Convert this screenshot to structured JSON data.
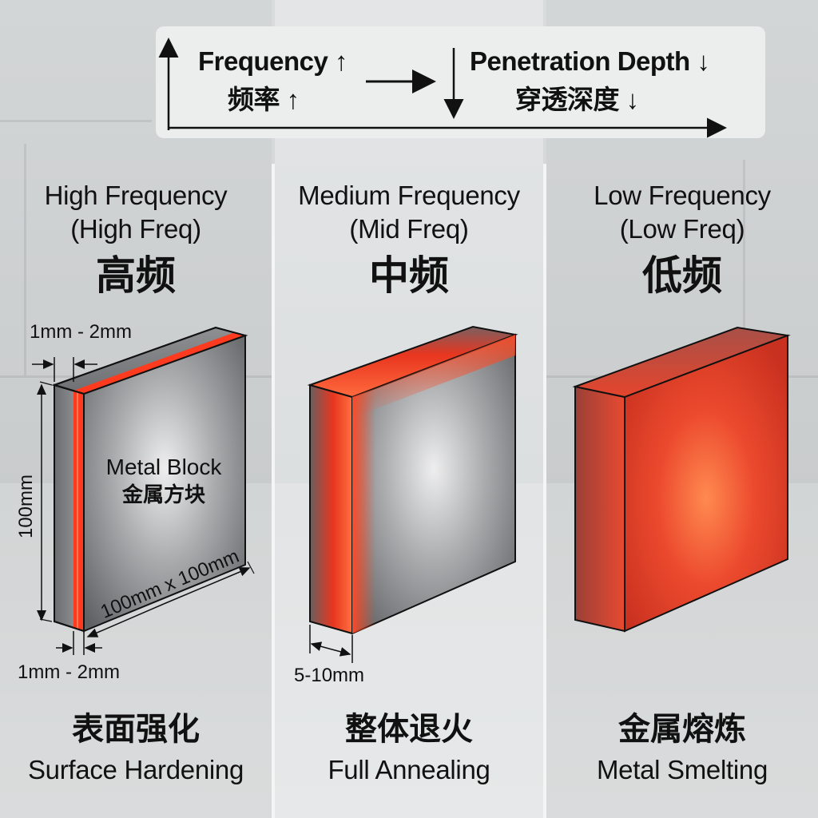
{
  "header": {
    "frequency_en": "Frequency ↑",
    "frequency_cn": "频率 ↑",
    "penetration_en": "Penetration Depth ↓",
    "penetration_cn": "穿透深度 ↓"
  },
  "columns": [
    {
      "title_en": "High Frequency",
      "title_sub": "(High Freq)",
      "title_cn": "高频",
      "block_label_en": "Metal Block",
      "block_label_cn": "金属方块",
      "dim_top": "1mm - 2mm",
      "dim_height": "100mm",
      "dim_face": "100mm x 100mm",
      "dim_bottom": "1mm - 2mm",
      "application_cn": "表面强化",
      "application_en": "Surface Hardening"
    },
    {
      "title_en": "Medium Frequency",
      "title_sub": "(Mid Freq)",
      "title_cn": "中频",
      "dim_depth": "5-10mm",
      "application_cn": "整体退火",
      "application_en": "Full Annealing"
    },
    {
      "title_en": "Low Frequency",
      "title_sub": "(Low Freq)",
      "title_cn": "低频",
      "application_cn": "金属熔炼",
      "application_en": "Metal Smelting"
    }
  ],
  "colors": {
    "heat_red": "#ff3b1f",
    "heat_orange": "#ff7a3c",
    "metal_dark": "#5d5f62",
    "metal_light": "#e6e7e8",
    "outline": "#111111"
  }
}
